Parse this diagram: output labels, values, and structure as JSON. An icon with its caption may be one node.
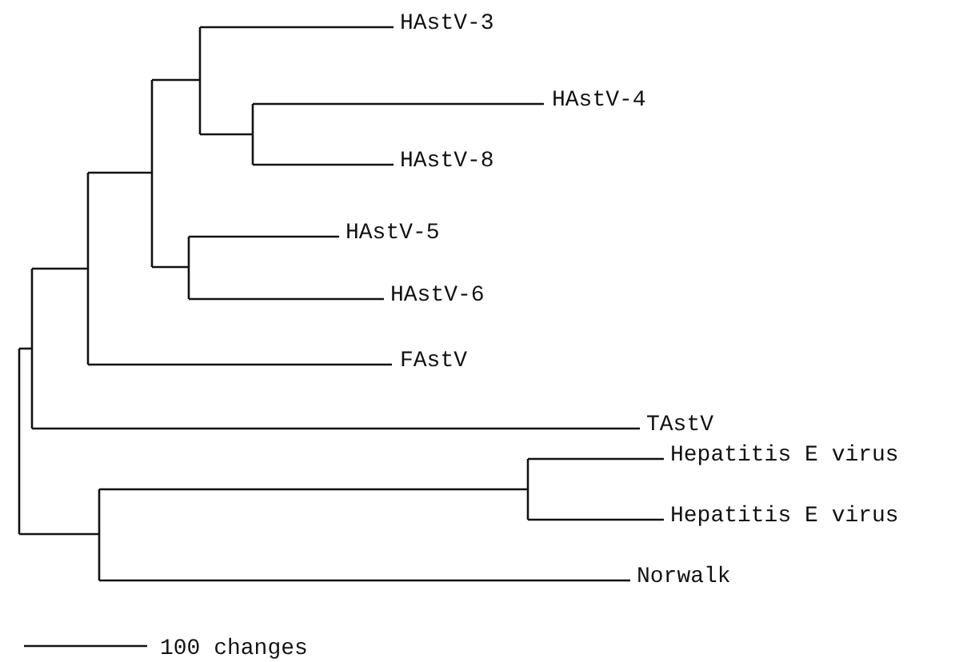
{
  "diagram": {
    "labels": [
      "HAstV-3",
      "HAstV-4",
      "HAstV-8",
      "HAstV-5",
      "HAstV-6",
      "FAstV",
      "TAstV",
      "Hepatitis E virus",
      "Hepatitis E virus",
      "Norwalk",
      "100 changes"
    ]
  }
}
